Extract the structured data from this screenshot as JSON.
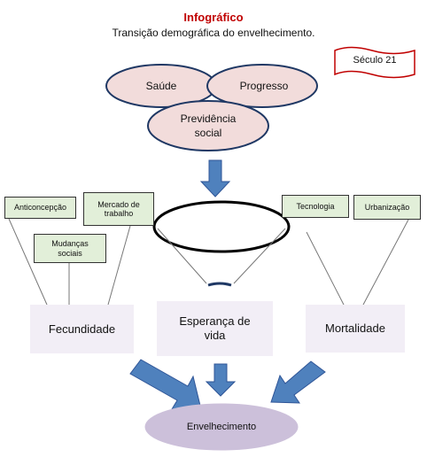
{
  "header": {
    "title": "Infográfico",
    "subtitle": "Transição demográfica do envelhecimento."
  },
  "banner": {
    "label": "Século 21"
  },
  "top_ellipses": {
    "saude": "Saúde",
    "progresso": "Progresso",
    "previdencia": "Previdência social"
  },
  "left_factors": {
    "anticoncepcao": "Anticoncepção",
    "mercado": "Mercado de trabalho",
    "mudancas": "Mudanças sociais"
  },
  "right_factors": {
    "tecnologia": "Tecnologia",
    "urbanizacao": "Urbanização"
  },
  "outcomes": {
    "fecundidade": "Fecundidade",
    "esperanca": "Esperança de vida",
    "mortalidade": "Mortalidade"
  },
  "result": {
    "label": "Envelhecimento"
  },
  "colors": {
    "title": "#c00000",
    "ellipse_fill": "#f2dcdb",
    "ellipse_stroke": "#1f3864",
    "factor_box": "#e2efd9",
    "outcome_box": "#f2eef6",
    "arrow": "#4f81bd",
    "result_ellipse": "#ccc0da",
    "banner_stroke": "#c00000"
  }
}
